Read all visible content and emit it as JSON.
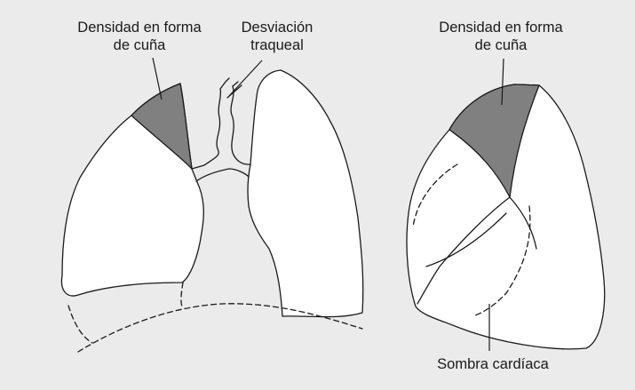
{
  "colors": {
    "background": "#ebebeb",
    "lung_fill": "#ffffff",
    "wedge_fill": "#808080",
    "stroke": "#1a1a1a"
  },
  "labels": {
    "frontal_wedge": {
      "line1": "Densidad en forma",
      "line2": "de cuña"
    },
    "tracheal_deviation": {
      "line1": "Desviación",
      "line2": "traqueal"
    },
    "lateral_wedge": {
      "line1": "Densidad en forma",
      "line2": "de cuña"
    },
    "cardiac_shadow": {
      "line1": "Sombra cardíaca"
    }
  }
}
